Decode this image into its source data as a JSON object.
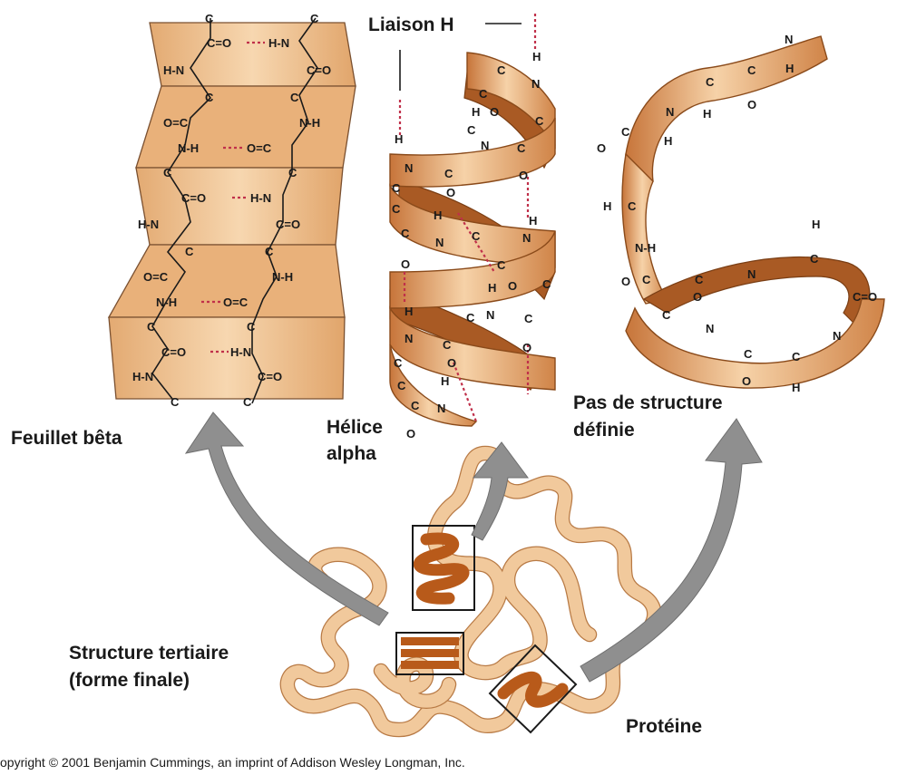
{
  "labels": {
    "liaison_h": "Liaison H",
    "beta_sheet": "Feuillet bêta",
    "alpha_helix_line1": "Hélice",
    "alpha_helix_line2": "alpha",
    "random_coil_line1": "Pas de structure",
    "random_coil_line2": "définie",
    "tertiary_line1": "Structure tertiaire",
    "tertiary_line2": "(forme finale)",
    "protein": "Protéine",
    "copyright": "opyright © 2001 Benjamin Cummings, an imprint of Addison Wesley Longman, Inc."
  },
  "atoms": {
    "C": "C",
    "O": "O",
    "N": "N",
    "H": "H",
    "CO": "C=O",
    "OC": "O=C",
    "NH": "N-H",
    "HN": "H-N",
    "CO_HN": "C=O···H-N",
    "NH_OC": "N-H···O=C"
  },
  "colors": {
    "ribbon_light": "#f3c89a",
    "ribbon_dark": "#b8652a",
    "sheet_light": "#f5cfa4",
    "sheet_dark": "#d99a5e",
    "hbond": "#c0304a",
    "arrow": "#8f8f8f"
  }
}
